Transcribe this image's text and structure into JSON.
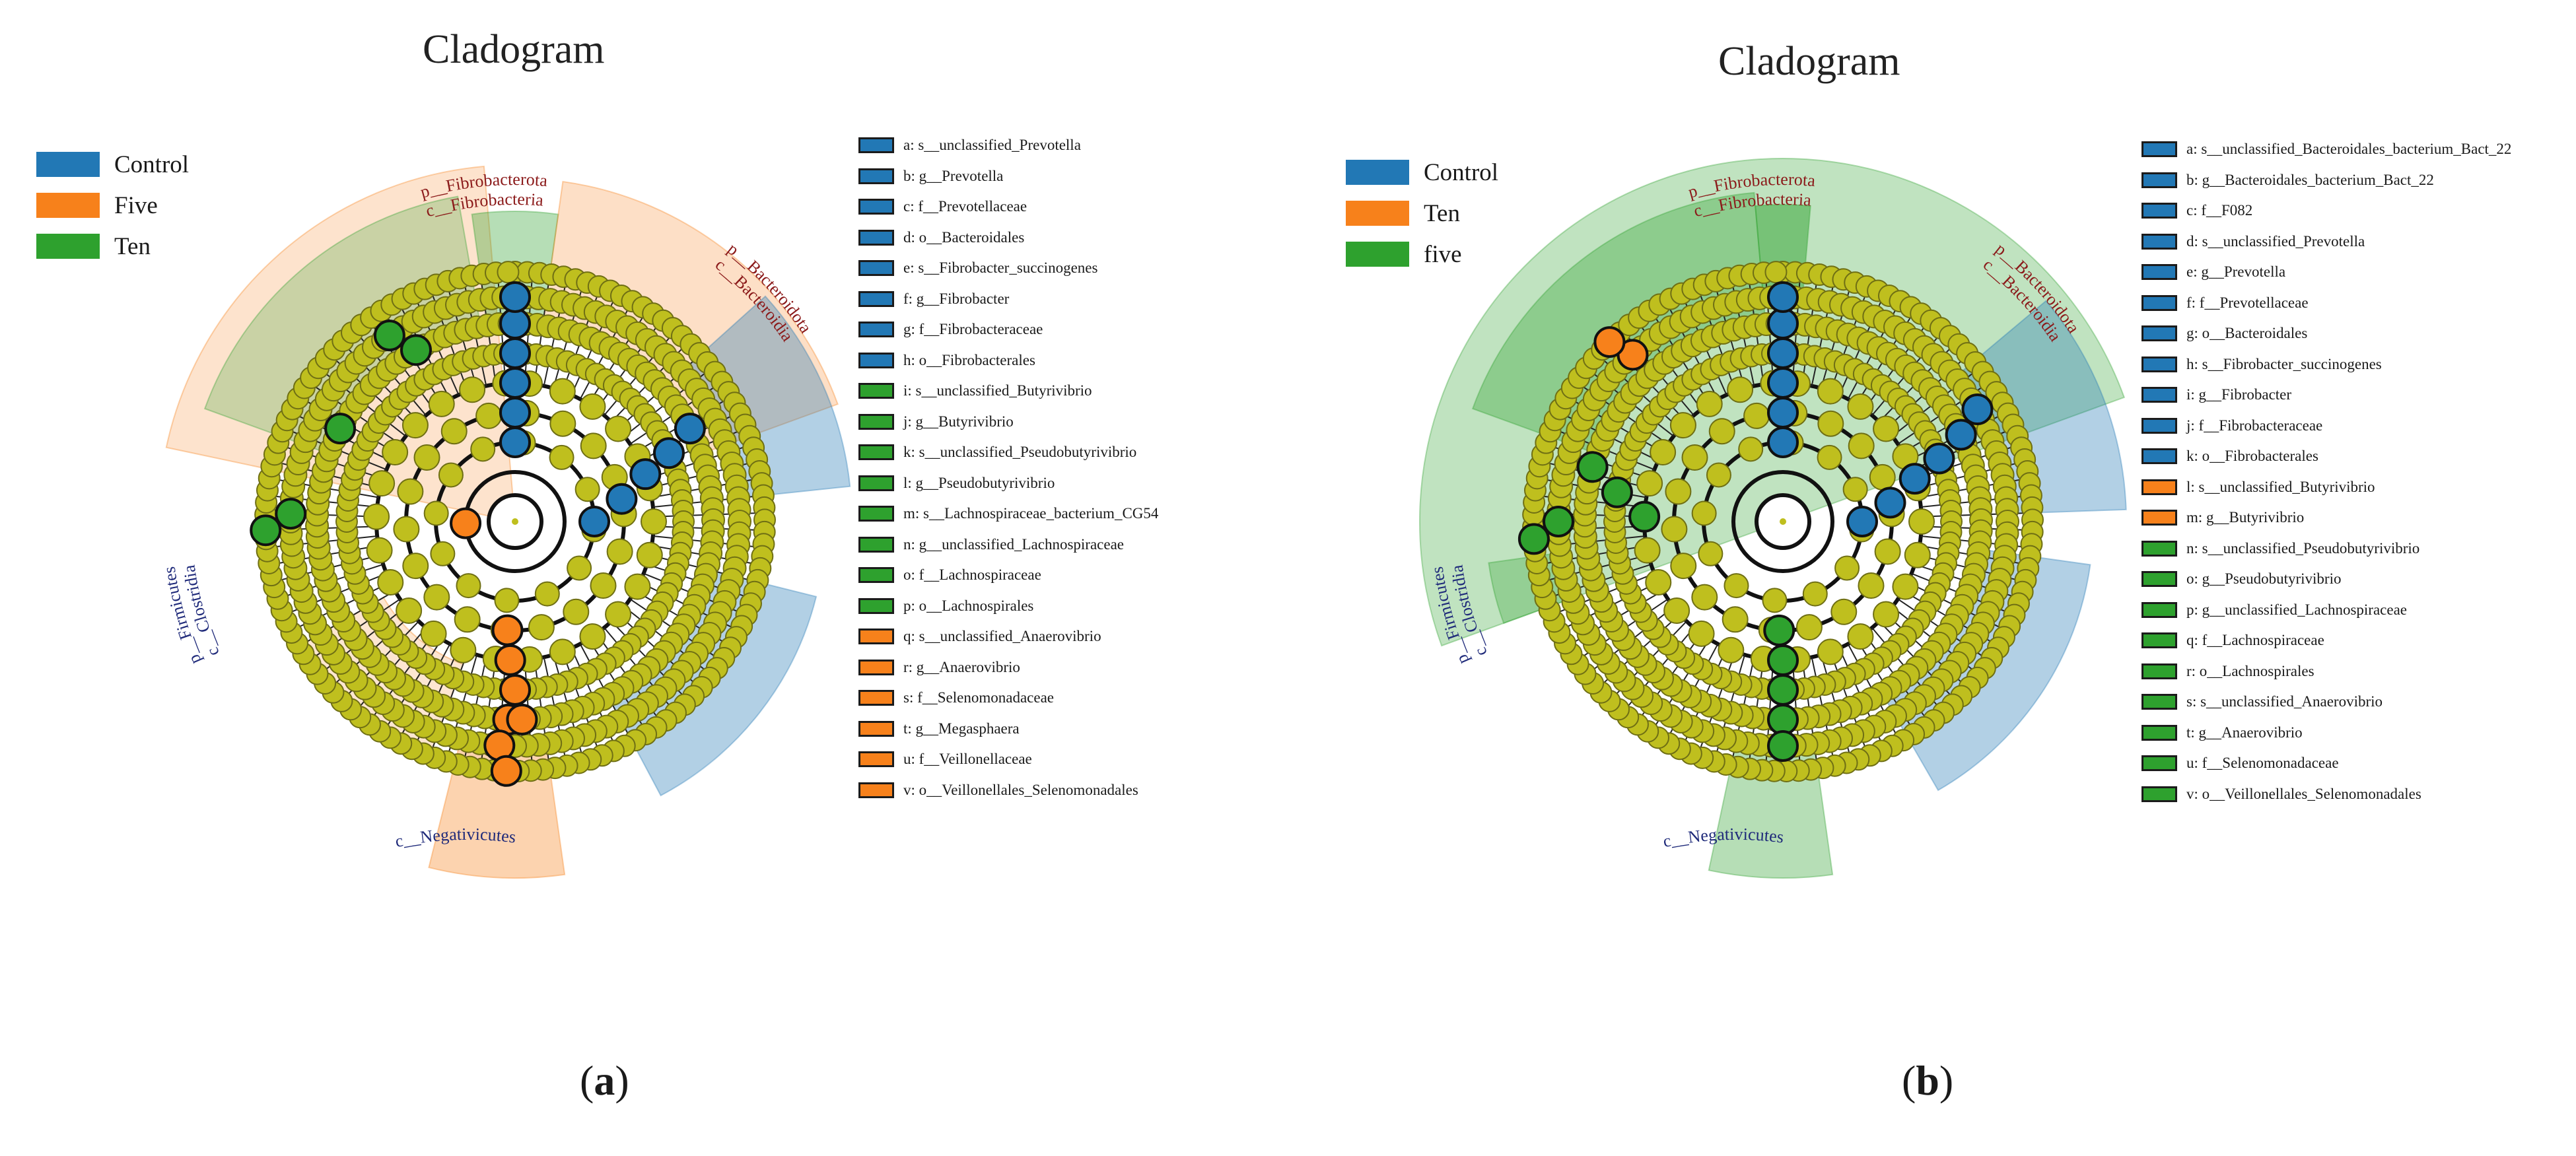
{
  "colors": {
    "control": "#2278b5",
    "orange": "#f7811b",
    "green": "#2ea12e",
    "node": "#bfbf1e",
    "node_edge": "#6f6f14",
    "taxa_red": "#8b1a1a",
    "taxa_blue": "#1f2a7a"
  },
  "panel_a": {
    "title": "Cladogram",
    "caption_letter": "a",
    "groups": [
      {
        "label": "Control",
        "color": "#2278b5"
      },
      {
        "label": "Five",
        "color": "#f7811b"
      },
      {
        "label": "Ten",
        "color": "#2ea12e"
      }
    ],
    "keys": [
      {
        "text": "a: s__unclassified_Prevotella",
        "color": "#2278b5"
      },
      {
        "text": "b: g__Prevotella",
        "color": "#2278b5"
      },
      {
        "text": "c: f__Prevotellaceae",
        "color": "#2278b5"
      },
      {
        "text": "d: o__Bacteroidales",
        "color": "#2278b5"
      },
      {
        "text": "e: s__Fibrobacter_succinogenes",
        "color": "#2278b5"
      },
      {
        "text": "f: g__Fibrobacter",
        "color": "#2278b5"
      },
      {
        "text": "g: f__Fibrobacteraceae",
        "color": "#2278b5"
      },
      {
        "text": "h: o__Fibrobacterales",
        "color": "#2278b5"
      },
      {
        "text": "i: s__unclassified_Butyrivibrio",
        "color": "#2ea12e"
      },
      {
        "text": "j: g__Butyrivibrio",
        "color": "#2ea12e"
      },
      {
        "text": "k: s__unclassified_Pseudobutyrivibrio",
        "color": "#2ea12e"
      },
      {
        "text": "l: g__Pseudobutyrivibrio",
        "color": "#2ea12e"
      },
      {
        "text": "m: s__Lachnospiraceae_bacterium_CG54",
        "color": "#2ea12e"
      },
      {
        "text": "n: g__unclassified_Lachnospiraceae",
        "color": "#2ea12e"
      },
      {
        "text": "o: f__Lachnospiraceae",
        "color": "#2ea12e"
      },
      {
        "text": "p: o__Lachnospirales",
        "color": "#2ea12e"
      },
      {
        "text": "q: s__unclassified_Anaerovibrio",
        "color": "#f7811b"
      },
      {
        "text": "r: g__Anaerovibrio",
        "color": "#f7811b"
      },
      {
        "text": "s: f__Selenomonadaceae",
        "color": "#f7811b"
      },
      {
        "text": "t: g__Megasphaera",
        "color": "#f7811b"
      },
      {
        "text": "u: f__Veillonellaceae",
        "color": "#f7811b"
      },
      {
        "text": "v: o__Veillonellales_Selenomonadales",
        "color": "#f7811b"
      }
    ],
    "taxa_labels": {
      "fibrobacterota": "p__Fibrobacterota",
      "fibrobacteria": "c__Fibrobacteria",
      "bacteroidota": "p__Bacteroidota",
      "bacteroidia": "c__Bacteroidia",
      "firmicutes": "p__Firmicutes",
      "clostridia": "c__Clostridia",
      "negativicutes": "c__Negativicutes"
    }
  },
  "panel_b": {
    "title": "Cladogram",
    "caption_letter": "b",
    "groups": [
      {
        "label": "Control",
        "color": "#2278b5"
      },
      {
        "label": "Ten",
        "color": "#f7811b"
      },
      {
        "label": "five",
        "color": "#2ea12e"
      }
    ],
    "keys": [
      {
        "text": "a: s__unclassified_Bacteroidales_bacterium_Bact_22",
        "color": "#2278b5"
      },
      {
        "text": "b: g__Bacteroidales_bacterium_Bact_22",
        "color": "#2278b5"
      },
      {
        "text": "c: f__F082",
        "color": "#2278b5"
      },
      {
        "text": "d: s__unclassified_Prevotella",
        "color": "#2278b5"
      },
      {
        "text": "e: g__Prevotella",
        "color": "#2278b5"
      },
      {
        "text": "f: f__Prevotellaceae",
        "color": "#2278b5"
      },
      {
        "text": "g: o__Bacteroidales",
        "color": "#2278b5"
      },
      {
        "text": "h: s__Fibrobacter_succinogenes",
        "color": "#2278b5"
      },
      {
        "text": "i: g__Fibrobacter",
        "color": "#2278b5"
      },
      {
        "text": "j: f__Fibrobacteraceae",
        "color": "#2278b5"
      },
      {
        "text": "k: o__Fibrobacterales",
        "color": "#2278b5"
      },
      {
        "text": "l: s__unclassified_Butyrivibrio",
        "color": "#f7811b"
      },
      {
        "text": "m: g__Butyrivibrio",
        "color": "#f7811b"
      },
      {
        "text": "n: s__unclassified_Pseudobutyrivibrio",
        "color": "#2ea12e"
      },
      {
        "text": "o: g__Pseudobutyrivibrio",
        "color": "#2ea12e"
      },
      {
        "text": "p: g__unclassified_Lachnospiraceae",
        "color": "#2ea12e"
      },
      {
        "text": "q: f__Lachnospiraceae",
        "color": "#2ea12e"
      },
      {
        "text": "r: o__Lachnospirales",
        "color": "#2ea12e"
      },
      {
        "text": "s: s__unclassified_Anaerovibrio",
        "color": "#2ea12e"
      },
      {
        "text": "t: g__Anaerovibrio",
        "color": "#2ea12e"
      },
      {
        "text": "u: f__Selenomonadaceae",
        "color": "#2ea12e"
      },
      {
        "text": "v: o__Veillonellales_Selenomonadales",
        "color": "#2ea12e"
      }
    ],
    "taxa_labels": {
      "fibrobacterota": "p__Fibrobacterota",
      "fibrobacteria": "c__Fibrobacteria",
      "bacteroidota": "p__Bacteroidota",
      "bacteroidia": "c__Bacteroidia",
      "firmicutes": "p__Firmicutes",
      "clostridia": "c__Clostridia",
      "negativicutes": "c__Negativicutes"
    }
  }
}
